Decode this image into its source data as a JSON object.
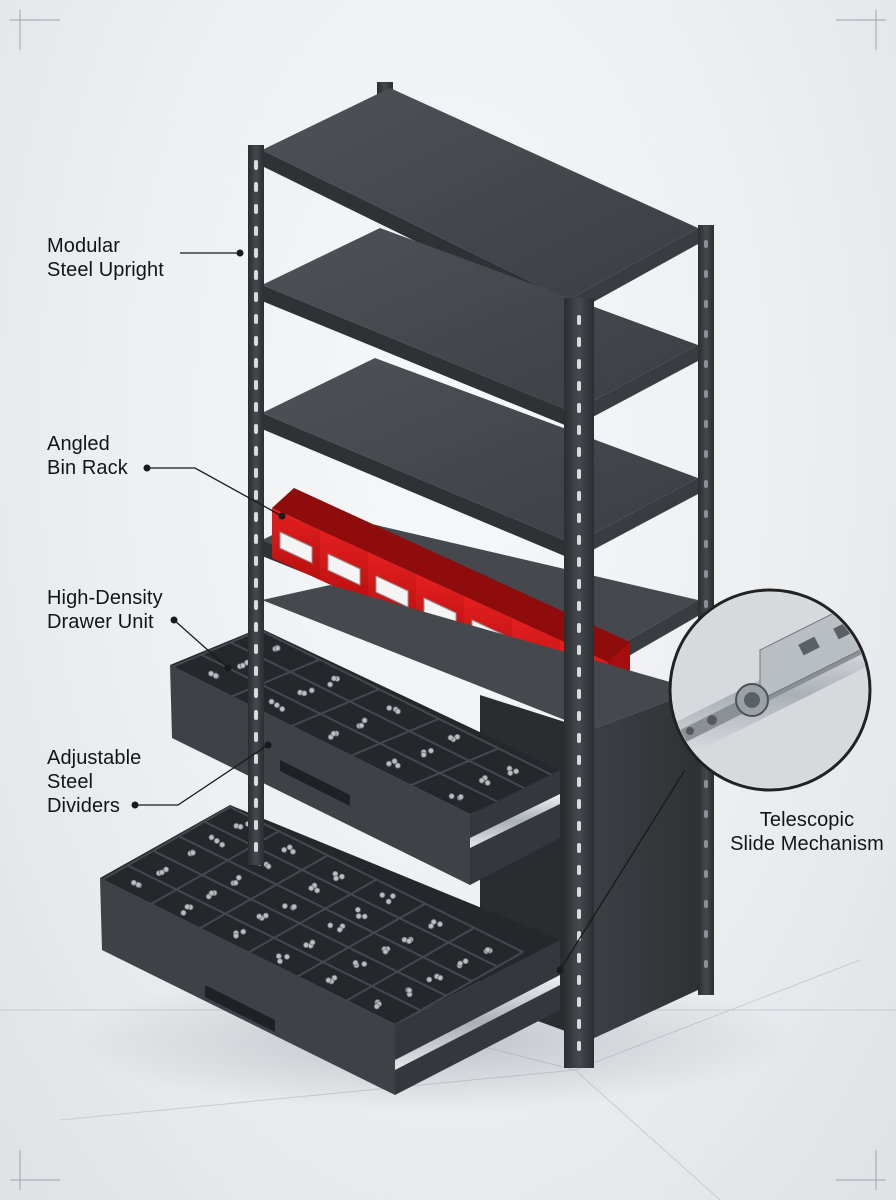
{
  "callouts": [
    {
      "id": "modular-steel-upright",
      "text": "Modular\nSteel Upright"
    },
    {
      "id": "angled-bin-rack",
      "text": "Angled\nBin Rack"
    },
    {
      "id": "high-density-drawer-unit",
      "text": "High-Density\nDrawer Unit"
    },
    {
      "id": "adjustable-steel-dividers",
      "text": "Adjustable\nSteel\nDividers"
    },
    {
      "id": "telescopic-slide-mechanism",
      "text": "Telescopic\nSlide Mechanism"
    }
  ],
  "colors": {
    "steel_dark": "#3a3d41",
    "steel_mid": "#4b4f54",
    "steel_light": "#5f6368",
    "bin_red": "#d41414",
    "bin_red_dark": "#8e0c0c",
    "background": "#eceef0",
    "leader_line": "#1a1a1a"
  },
  "icons": {
    "detail_inset": "telescopic-slide-magnifier-icon",
    "bolt": "bolt-icon",
    "nut": "nut-icon"
  }
}
